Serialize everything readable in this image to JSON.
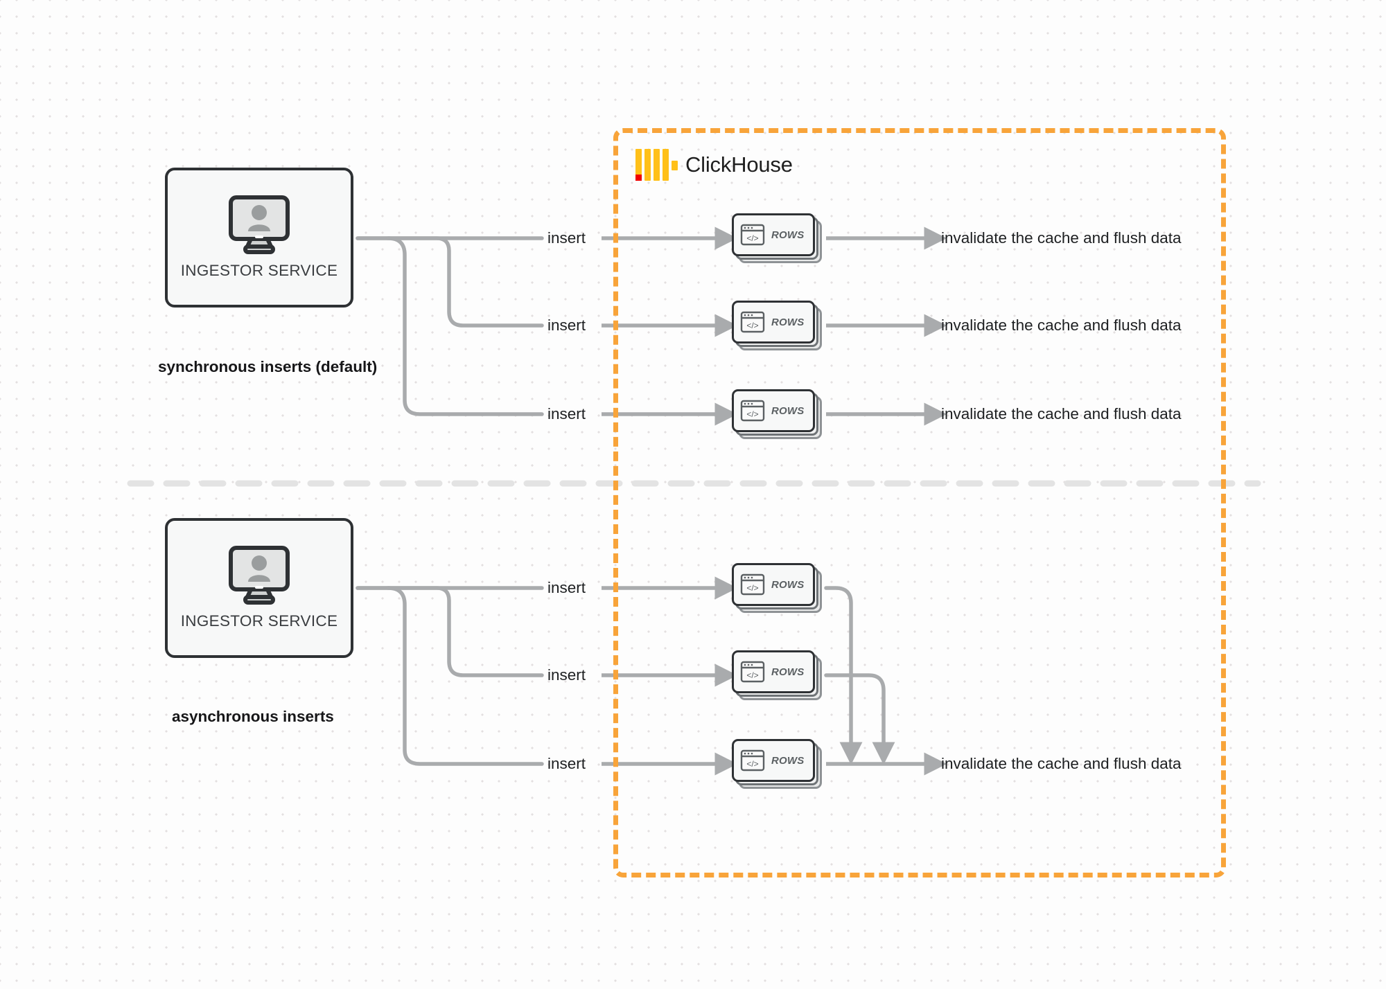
{
  "diagram": {
    "title": "ClickHouse synchronous vs asynchronous inserts",
    "background_color": "#fdfdfd",
    "accent_color": "#f8a43a",
    "wire_color": "#a9abad",
    "node_border_color": "#2e3134"
  },
  "clickhouse": {
    "name": "ClickHouse",
    "logo_icon": "clickhouse-logo-icon",
    "boundary_style": "dashed",
    "boundary_color": "#f8a43a"
  },
  "sections": [
    {
      "id": "sync",
      "caption": "synchronous inserts (default)",
      "source": {
        "label": "INGESTOR SERVICE",
        "icon": "monitor-user-icon"
      },
      "flows": [
        {
          "insert_label": "insert",
          "node_label": "ROWS",
          "node_icon": "code-window-icon",
          "result_label": "invalidate the cache and flush data"
        },
        {
          "insert_label": "insert",
          "node_label": "ROWS",
          "node_icon": "code-window-icon",
          "result_label": "invalidate the cache and flush data"
        },
        {
          "insert_label": "insert",
          "node_label": "ROWS",
          "node_icon": "code-window-icon",
          "result_label": "invalidate the cache and flush data"
        }
      ]
    },
    {
      "id": "async",
      "caption": "asynchronous inserts",
      "source": {
        "label": "INGESTOR SERVICE",
        "icon": "monitor-user-icon"
      },
      "flows": [
        {
          "insert_label": "insert",
          "node_label": "ROWS",
          "node_icon": "code-window-icon"
        },
        {
          "insert_label": "insert",
          "node_label": "ROWS",
          "node_icon": "code-window-icon"
        },
        {
          "insert_label": "insert",
          "node_label": "ROWS",
          "node_icon": "code-window-icon"
        }
      ],
      "merged_result_label": "invalidate the cache and flush data"
    }
  ],
  "divider": {
    "style": "dashed",
    "color": "#e2e2e2"
  }
}
